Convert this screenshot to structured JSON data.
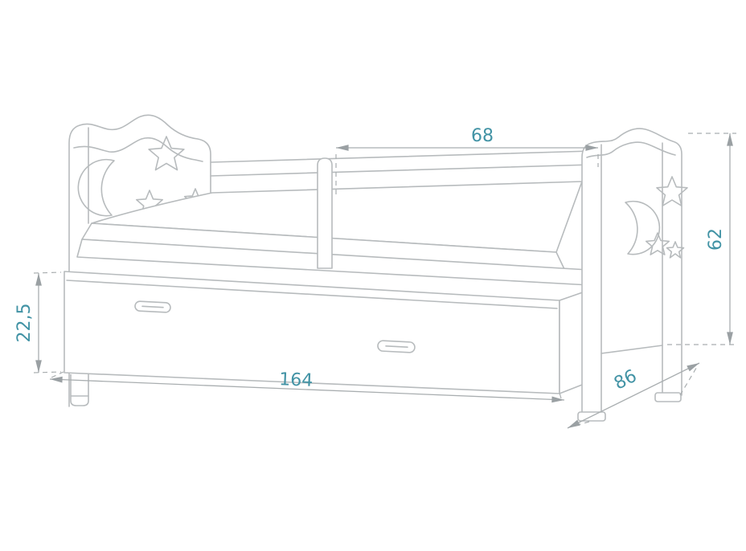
{
  "page": {
    "background": "#ffffff"
  },
  "drawing": {
    "subject": "children-bed-with-guardrail-and-storage-drawer",
    "view": "perspective-line-drawing",
    "style": {
      "line_color": "#b7bbbd",
      "dimension_line_color": "#a9aeb0",
      "dimension_text_color": "#4293a5"
    },
    "dimensions": {
      "guardrail_length": "68",
      "bed_height": "62",
      "drawer_height": "22,5",
      "bed_length": "164",
      "bed_width": "86"
    }
  }
}
